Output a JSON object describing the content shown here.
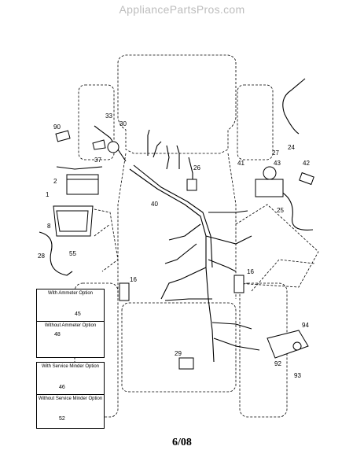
{
  "watermark": "AppliancePartsPros.com",
  "footer": "6/08",
  "callouts": {
    "c90": "90",
    "c33": "33",
    "c30": "30",
    "c37": "37",
    "c2": "2",
    "c1": "1",
    "c8": "8",
    "c28": "28",
    "c55": "55",
    "c16a": "16",
    "c16b": "16",
    "c26": "26",
    "c40": "40",
    "c41": "41",
    "c27": "27",
    "c43": "43",
    "c42": "42",
    "c25": "25",
    "c24": "24",
    "c94": "94",
    "c92": "92",
    "c93": "93",
    "c29": "29"
  },
  "options": {
    "ammeter_with": "With Ammeter Option",
    "ammeter_with_num": "45",
    "ammeter_without": "Without Ammeter Option",
    "ammeter_without_num": "48",
    "minder_with": "With Service Minder Option",
    "minder_with_num": "46",
    "minder_without": "Without Service Minder Option",
    "minder_without_num": "52"
  }
}
